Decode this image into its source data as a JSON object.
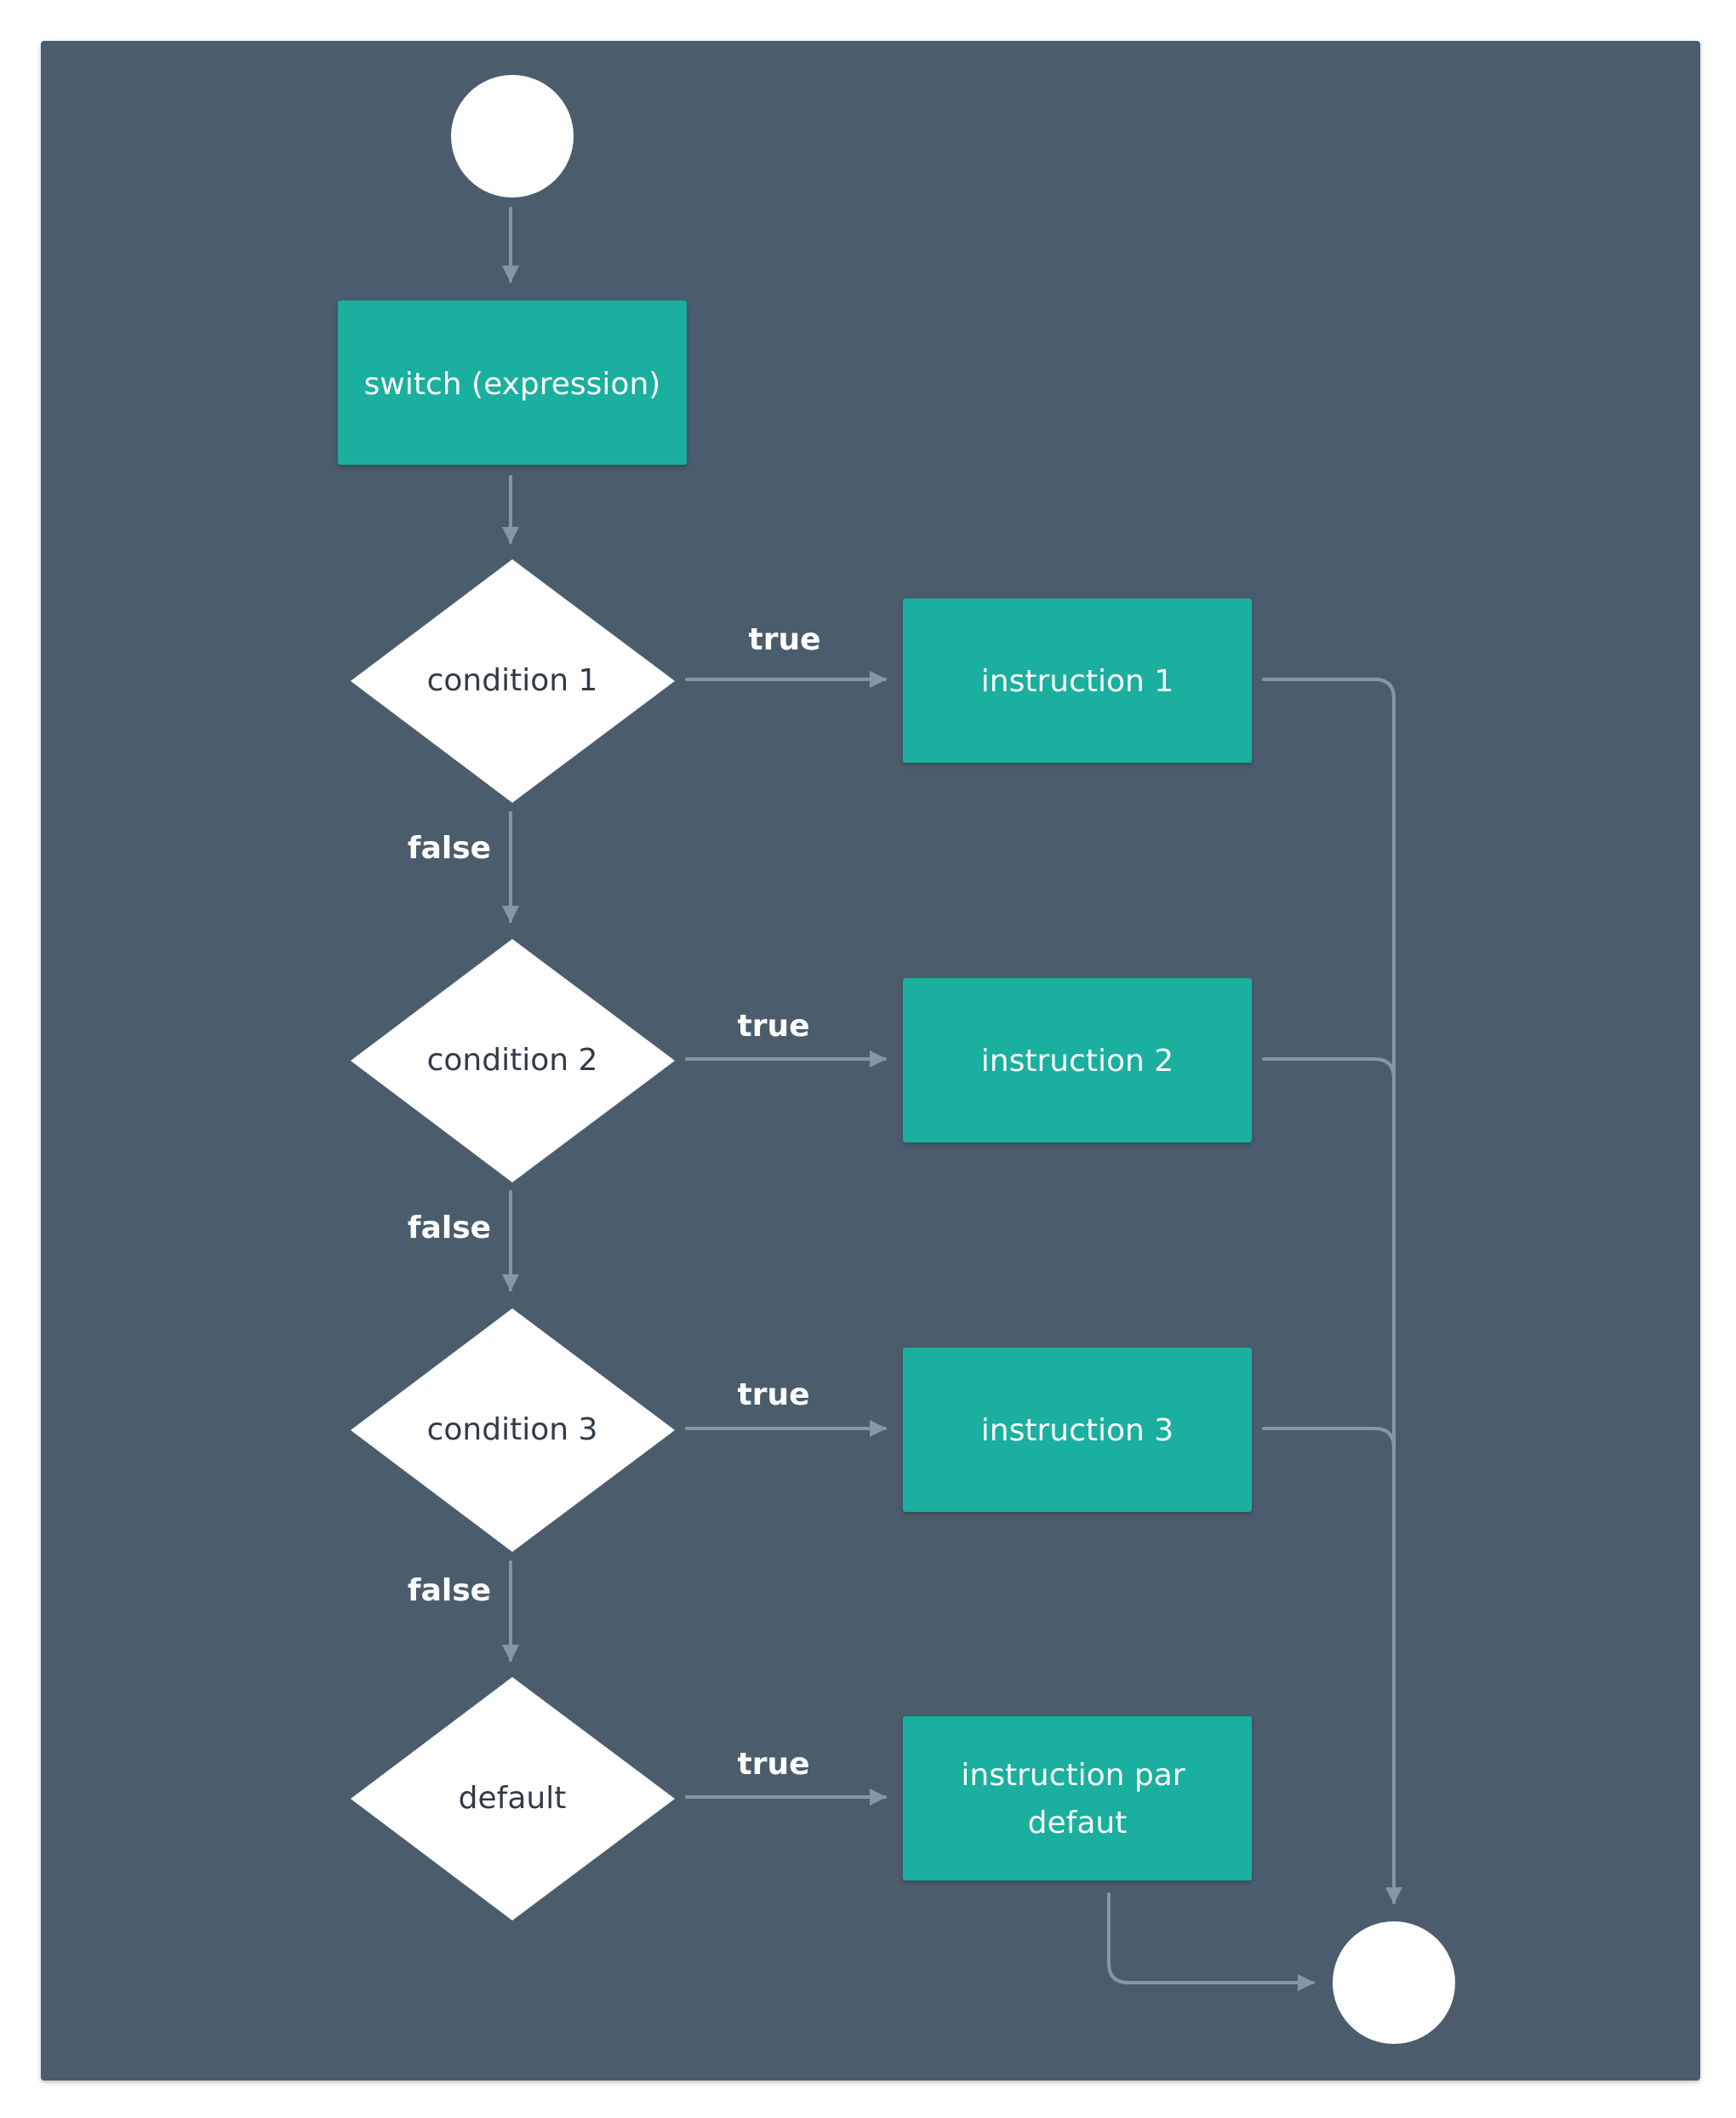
{
  "diagram": {
    "nodes": {
      "switch": {
        "label": "switch (expression)"
      },
      "condition1": {
        "label": "condition 1"
      },
      "condition2": {
        "label": "condition 2"
      },
      "condition3": {
        "label": "condition 3"
      },
      "default": {
        "label": "default"
      },
      "instruction1": {
        "label": "instruction 1"
      },
      "instruction2": {
        "label": "instruction 2"
      },
      "instruction3": {
        "label": "instruction 3"
      },
      "instruction_default": {
        "lines": [
          "instruction par",
          "defaut"
        ]
      }
    },
    "edge_labels": {
      "true1": "true",
      "true2": "true",
      "true3": "true",
      "true4": "true",
      "false1": "false",
      "false2": "false",
      "false3": "false"
    },
    "colors": {
      "panel": "#4b5d6c",
      "process_box": "#1aaf9e",
      "decision": "#ffffff",
      "connector": "#8497a8",
      "label_text": "#ffffff",
      "decision_text": "#2f3c48"
    }
  }
}
